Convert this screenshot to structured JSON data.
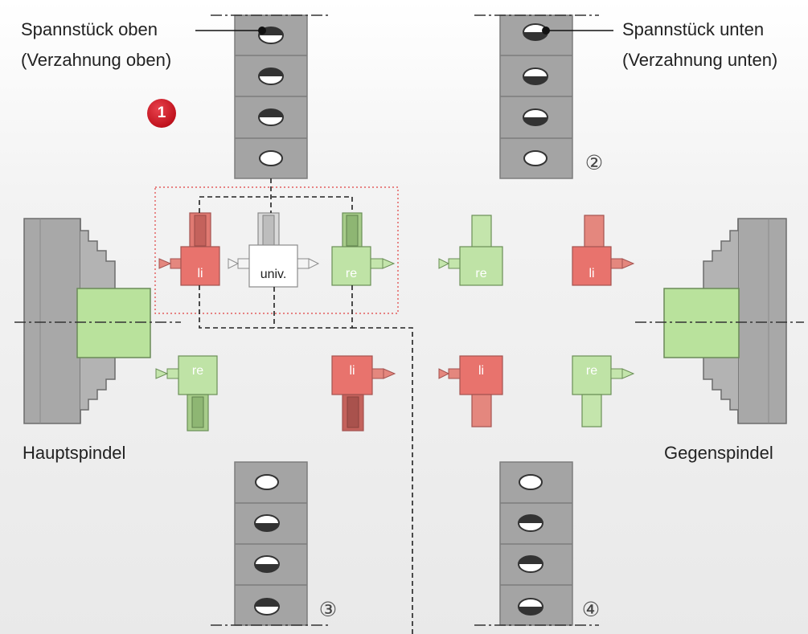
{
  "labels": {
    "clamp_top_line1": "Spannstück oben",
    "clamp_top_line2": "(Verzahnung oben)",
    "clamp_bottom_line1": "Spannstück unten",
    "clamp_bottom_line2": "(Verzahnung unten)",
    "main_spindle": "Hauptspindel",
    "counter_spindle": "Gegenspindel"
  },
  "markers": {
    "badge": "1",
    "rack_2": "②",
    "rack_3": "③",
    "rack_4": "④"
  },
  "tools": {
    "li": "li",
    "univ": "univ.",
    "re": "re"
  },
  "colors": {
    "red": "#e8736d",
    "green": "#bfe3a6",
    "spindle_green": "#b9e29c",
    "gray": "#a4a4a4",
    "badge": "#c8161e"
  }
}
